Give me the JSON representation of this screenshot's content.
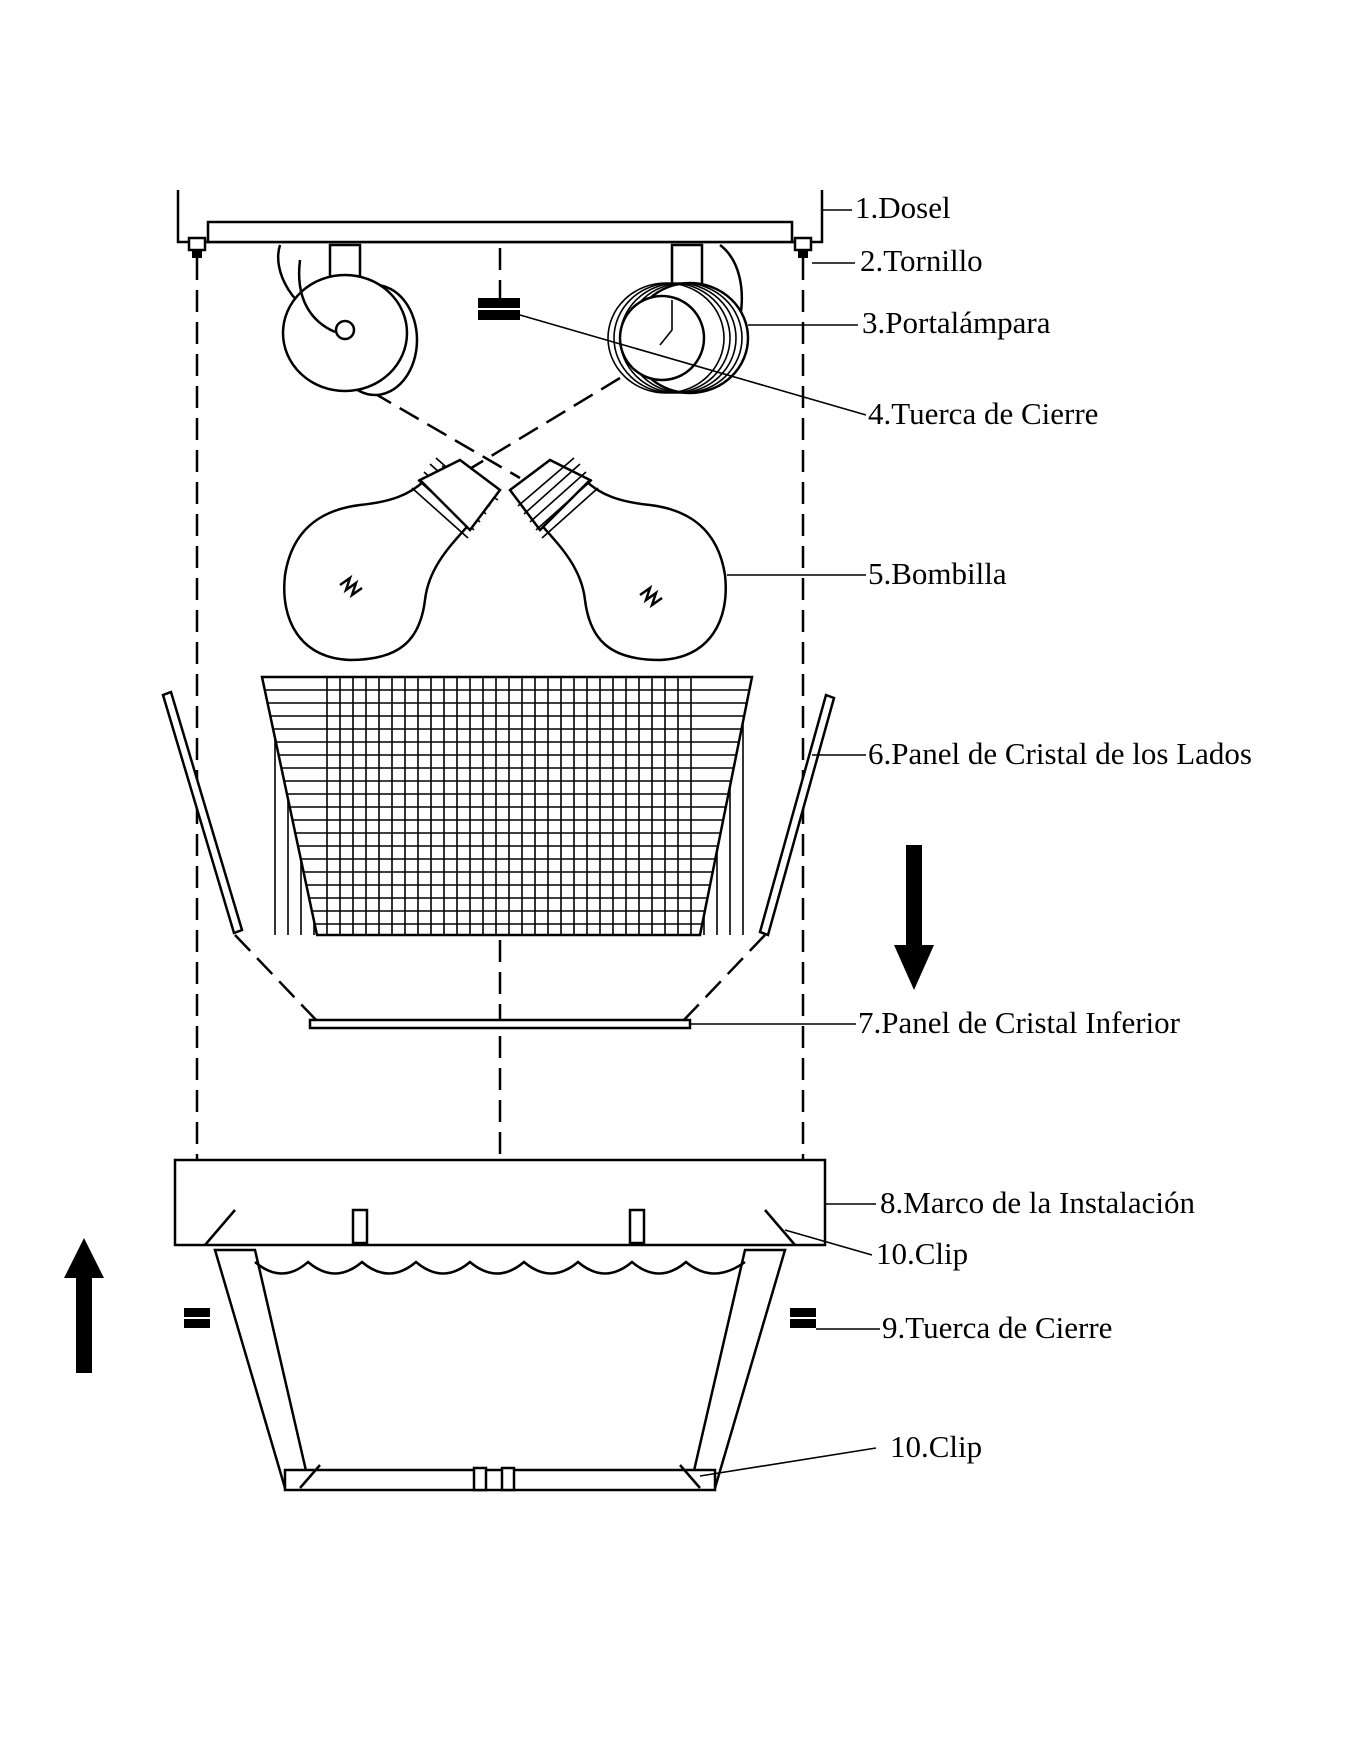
{
  "labels": {
    "l1": "1.Dosel",
    "l2": "2.Tornillo",
    "l3": "3.Portalámpara",
    "l4": "4.Tuerca de Cierre",
    "l5": "5.Bombilla",
    "l6": "6.Panel de Cristal de los Lados",
    "l7": "7.Panel de Cristal Inferior",
    "l8": "8.Marco de la Instalación",
    "l10a": "10.Clip",
    "l9": "9.Tuerca de Cierre",
    "l10b": "10.Clip"
  }
}
